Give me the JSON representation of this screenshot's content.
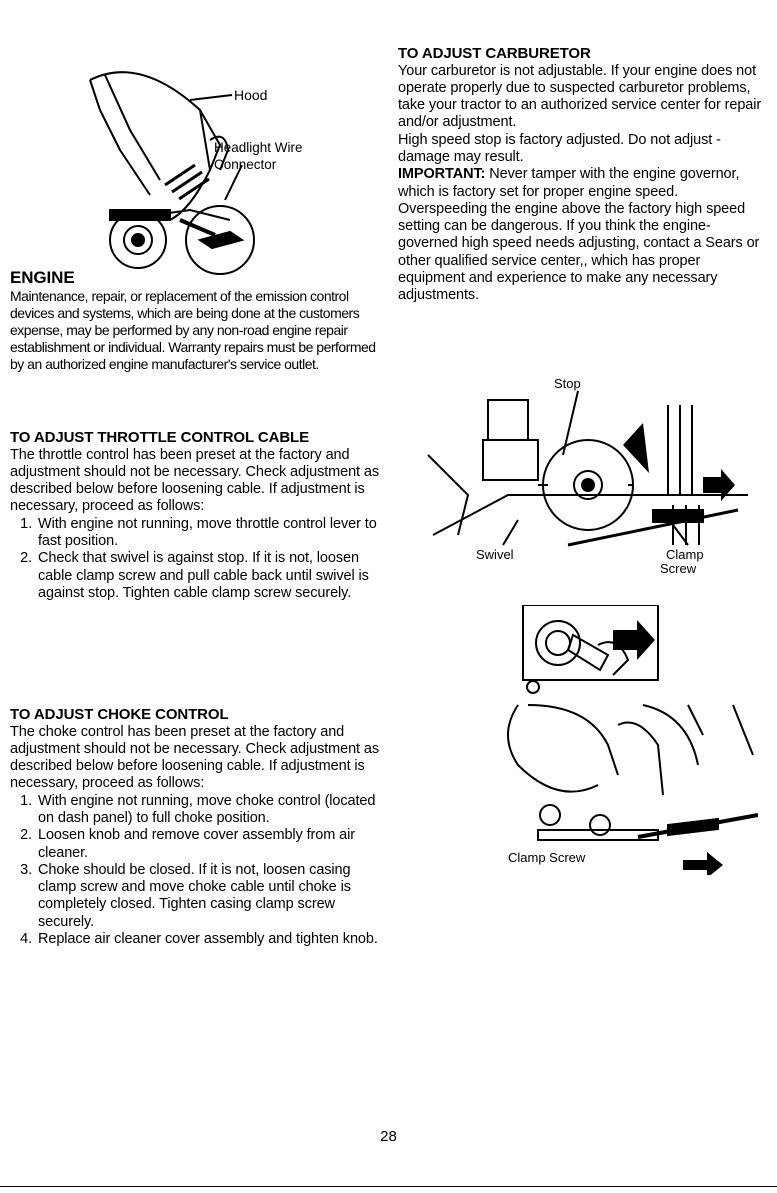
{
  "figure1": {
    "hood_label": "Hood",
    "connector_label_line1": "Headlight Wire",
    "connector_label_line2": "Connector"
  },
  "engine": {
    "heading": "ENGINE",
    "text": "Maintenance, repair, or replacement of the emission control devices and systems, which are being done at the customers expense, may be performed by any non-road engine repair establishment or individual. Warranty repairs must be performed by an authorized engine manufacturer's service outlet."
  },
  "throttle": {
    "heading": "TO ADJUST THROTTLE CONTROL CABLE",
    "intro": "The throttle control has been preset at the factory and adjustment should not be necessary. Check adjustment as described below before loosening cable. If adjustment is necessary, proceed as follows:",
    "steps": [
      "With engine not running, move throttle control lever to fast position.",
      "Check that swivel is against stop. If it is not, loosen cable clamp screw and pull cable back until swivel is against stop. Tighten cable clamp screw securely."
    ]
  },
  "choke": {
    "heading": "TO ADJUST CHOKE CONTROL",
    "intro": "The choke control has been preset at the factory and adjustment should not be necessary. Check adjustment as described below before loosening cable. If adjustment is necessary, proceed as follows:",
    "steps": [
      "With engine not running, move choke control (located on dash panel) to full choke position.",
      "Loosen knob and remove cover assembly from air cleaner.",
      "Choke should be closed. If it is not, loosen casing clamp screw and move choke cable until choke is completely closed. Tighten casing clamp screw securely.",
      "Replace air cleaner cover assembly and tighten knob."
    ]
  },
  "carburetor": {
    "heading": "TO ADJUST CARBURETOR",
    "para1": "Your carburetor is not adjustable. If your engine does not operate properly due to suspected carburetor problems, take your tractor to an authorized service center for repair and/or adjustment.",
    "para2": "High speed stop is factory adjusted. Do not adjust - damage may result.",
    "important_label": "IMPORTANT:",
    "important_text": "Never tamper with the engine governor, which is factory set for proper engine speed. Overspeeding the engine above the factory high speed setting can be dangerous. If you think the engine-governed high speed needs adjusting, contact a Sears or other qualified service center,, which has proper equipment and experience to make any necessary adjustments."
  },
  "figure2": {
    "stop_label": "Stop",
    "swivel_label": "Swivel",
    "clamp_label_line1": "Clamp",
    "clamp_label_line2": "Screw"
  },
  "figure3": {
    "clamp_screw_label": "Clamp Screw"
  },
  "page_number": "28"
}
